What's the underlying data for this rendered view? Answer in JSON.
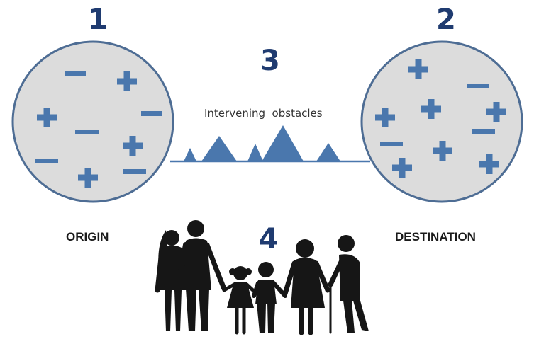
{
  "labels": {
    "origin_number": "1",
    "destination_number": "2",
    "obstacles_number": "3",
    "family_number": "4",
    "origin": "ORIGIN",
    "destination": "DESTINATION",
    "obstacles": "Intervening  obstacles"
  },
  "colors": {
    "circle_fill": "#dcdcdc",
    "circle_stroke": "#4e6d94",
    "sign_color": "#4a77ad",
    "number_color": "#1f3b70",
    "silhouette": "#161616",
    "mountain": "#4a77ad"
  }
}
